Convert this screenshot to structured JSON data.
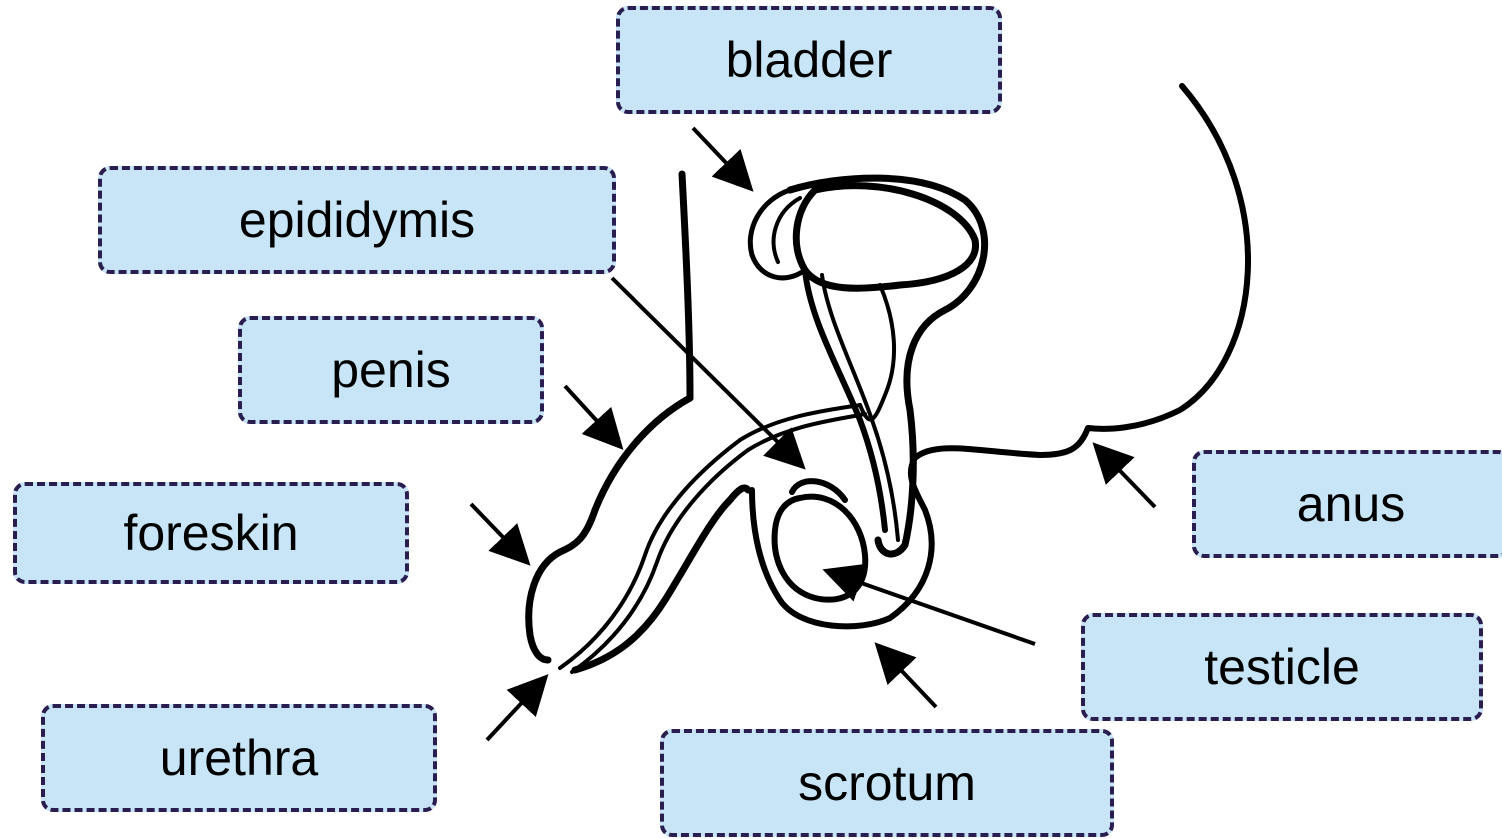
{
  "labels": {
    "bladder": "bladder",
    "epididymis": "epididymis",
    "penis": "penis",
    "foreskin": "foreskin",
    "urethra": "urethra",
    "anus": "anus",
    "testicle": "testicle",
    "scrotum": "scrotum"
  },
  "colors": {
    "label_fill": "#c7e5f6",
    "label_border": "#2a1d4f",
    "line": "#000000"
  }
}
